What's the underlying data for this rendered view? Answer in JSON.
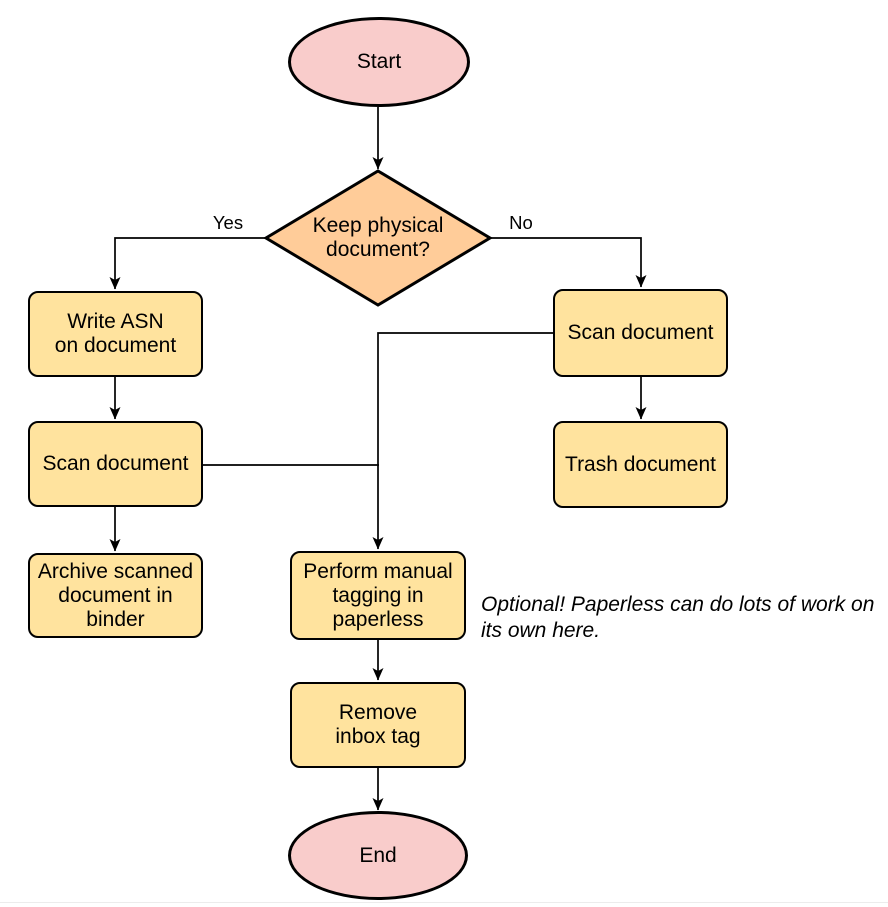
{
  "diagram": {
    "type": "flowchart",
    "nodes": {
      "start": "Start",
      "decision": "Keep physical\ndocument?",
      "write_asn": "Write ASN\non document",
      "scan_left": "Scan document",
      "archive": "Archive scanned\ndocument in\nbinder",
      "scan_right": "Scan document",
      "trash": "Trash document",
      "tagging": "Perform manual\ntagging in\npaperless",
      "remove_inbox": "Remove\ninbox tag",
      "end": "End"
    },
    "edge_labels": {
      "yes": "Yes",
      "no": "No"
    },
    "annotation": "Optional! Paperless can do lots of work on\nits own here.",
    "colors": {
      "terminator_fill": "#f9cccb",
      "decision_fill": "#ffcc99",
      "process_fill": "#ffe39e",
      "stroke": "#000000"
    }
  }
}
